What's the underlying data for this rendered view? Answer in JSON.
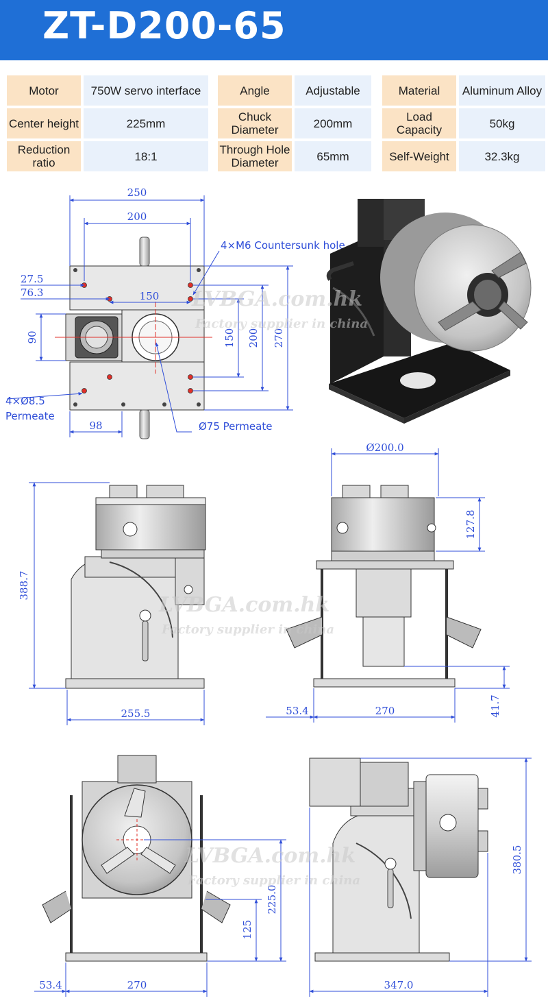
{
  "title": "ZT-D200-65",
  "specs": [
    [
      {
        "label": "Motor",
        "value": "750W servo interface"
      },
      {
        "label": "Angle",
        "value": "Adjustable"
      },
      {
        "label": "Material",
        "value": "Aluminum Alloy"
      }
    ],
    [
      {
        "label": "Center height",
        "value": "225mm"
      },
      {
        "label": "Chuck Diameter",
        "value": "200mm"
      },
      {
        "label": "Load Capacity",
        "value": "50kg"
      }
    ],
    [
      {
        "label": "Reduction ratio",
        "value": "18:1"
      },
      {
        "label": "Through Hole Diameter",
        "value": "65mm"
      },
      {
        "label": "Self-Weight",
        "value": "32.3kg"
      }
    ]
  ],
  "top_view": {
    "dims": [
      "250",
      "200",
      "27.5",
      "76.3",
      "150",
      "90",
      "150",
      "200",
      "270",
      "98"
    ],
    "notes": [
      "4×M6 Countersunk hole",
      "4×Ø8.5",
      "Permeate",
      "Ø75 Permeate"
    ]
  },
  "front_view": {
    "dims": [
      "388.7",
      "255.5"
    ]
  },
  "side_view": {
    "dims": [
      "Ø200.0",
      "127.8",
      "53.4",
      "270",
      "41.7"
    ]
  },
  "bottom_left_view": {
    "dims": [
      "225.0",
      "125",
      "53.4",
      "270"
    ]
  },
  "bottom_right_view": {
    "dims": [
      "380.5",
      "347.0"
    ]
  },
  "watermark": {
    "brand": "LVBGA.com.hk",
    "tagline": "Factory supplier in china"
  },
  "colors": {
    "banner": "#1f6fd6",
    "label_bg": "#fbe3c5",
    "value_bg": "#e9f1fb",
    "dimension": "#2f4ed8",
    "marker": "#e0302a"
  }
}
